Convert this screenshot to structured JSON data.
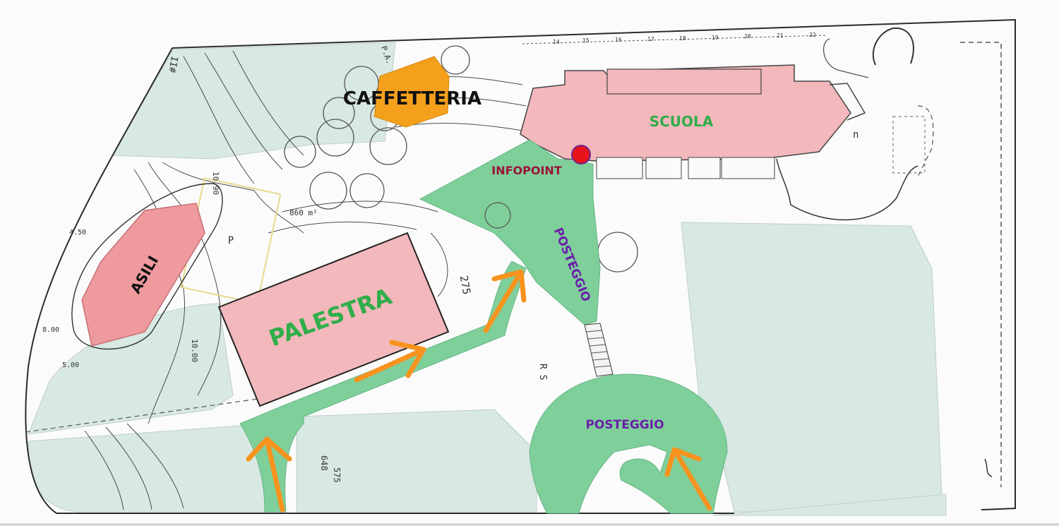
{
  "labels": {
    "caffetteria": "CAFFETTERIA",
    "scuola": "SCUOLA",
    "infopoint": "INFOPOINT",
    "asili": "ASILI",
    "palestra": "PALESTRA",
    "posteggio_top": "POSTEGGIO",
    "posteggio_bottom": "POSTEGGIO"
  },
  "cad_text": {
    "area": "860 m²",
    "level_275": "275",
    "dim_1000": "10.00",
    "dim_1090": "10.90",
    "dim_450": "4.50",
    "dim_800": "8.00",
    "dim_500": "5.00",
    "p_mark": "P",
    "n_mark": "n",
    "v_648": "648",
    "v_575": "575",
    "rs_mark": "R S",
    "stall_numbers": [
      "14",
      "15",
      "16",
      "17",
      "18",
      "19",
      "20",
      "21",
      "22"
    ]
  },
  "colors": {
    "building_pink": "#f3b8bb",
    "asili_pink": "#ee9a9e",
    "parking_green": "#7fcf9b",
    "cafe_orange": "#f5a01d",
    "arrow_orange": "#f7931e",
    "infopoint_dot": "#e8141b",
    "lawn_mint": "#d8e8e3",
    "label_green": "#2fae4a",
    "label_purple": "#6a1fa8",
    "label_maroon": "#9b1438"
  },
  "icons": {
    "infopoint_marker": "red-dot-icon",
    "entrance_arrows": "arrow-icon"
  }
}
